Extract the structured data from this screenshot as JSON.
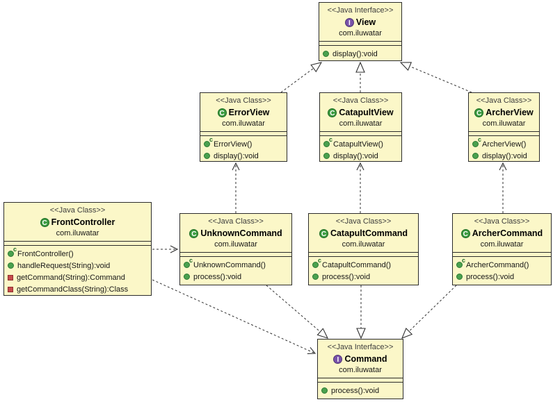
{
  "diagram": {
    "type": "uml-class-diagram",
    "icons": {
      "class_letter": "C",
      "interface_letter": "I",
      "constructor_marker": "c"
    },
    "colors": {
      "box_fill": "#FBF7C8",
      "box_border": "#2b2b2b",
      "class_icon_green": "#3C9B40",
      "interface_icon_purple": "#7852A9",
      "public_method_green": "#4AA14F",
      "private_method_red": "#C74B4B"
    },
    "classes": [
      {
        "id": "view",
        "kind": "interface",
        "stereotype": "<<Java Interface>>",
        "name": "View",
        "package": "com.iluwatar",
        "methods": [
          {
            "visibility": "public",
            "label": "display():void"
          }
        ]
      },
      {
        "id": "errorview",
        "kind": "class",
        "stereotype": "<<Java Class>>",
        "name": "ErrorView",
        "package": "com.iluwatar",
        "methods": [
          {
            "visibility": "constructor",
            "label": "ErrorView()"
          },
          {
            "visibility": "public",
            "label": "display():void"
          }
        ]
      },
      {
        "id": "catapultview",
        "kind": "class",
        "stereotype": "<<Java Class>>",
        "name": "CatapultView",
        "package": "com.iluwatar",
        "methods": [
          {
            "visibility": "constructor",
            "label": "CatapultView()"
          },
          {
            "visibility": "public",
            "label": "display():void"
          }
        ]
      },
      {
        "id": "archerview",
        "kind": "class",
        "stereotype": "<<Java Class>>",
        "name": "ArcherView",
        "package": "com.iluwatar",
        "methods": [
          {
            "visibility": "constructor",
            "label": "ArcherView()"
          },
          {
            "visibility": "public",
            "label": "display():void"
          }
        ]
      },
      {
        "id": "frontcontroller",
        "kind": "class",
        "stereotype": "<<Java Class>>",
        "name": "FrontController",
        "package": "com.iluwatar",
        "methods": [
          {
            "visibility": "constructor",
            "label": "FrontController()"
          },
          {
            "visibility": "public",
            "label": "handleRequest(String):void"
          },
          {
            "visibility": "private",
            "label": "getCommand(String):Command"
          },
          {
            "visibility": "private",
            "label": "getCommandClass(String):Class"
          }
        ]
      },
      {
        "id": "unknowncommand",
        "kind": "class",
        "stereotype": "<<Java Class>>",
        "name": "UnknownCommand",
        "package": "com.iluwatar",
        "methods": [
          {
            "visibility": "constructor",
            "label": "UnknownCommand()"
          },
          {
            "visibility": "public",
            "label": "process():void"
          }
        ]
      },
      {
        "id": "catapultcommand",
        "kind": "class",
        "stereotype": "<<Java Class>>",
        "name": "CatapultCommand",
        "package": "com.iluwatar",
        "methods": [
          {
            "visibility": "constructor",
            "label": "CatapultCommand()"
          },
          {
            "visibility": "public",
            "label": "process():void"
          }
        ]
      },
      {
        "id": "archercommand",
        "kind": "class",
        "stereotype": "<<Java Class>>",
        "name": "ArcherCommand",
        "package": "com.iluwatar",
        "methods": [
          {
            "visibility": "constructor",
            "label": "ArcherCommand()"
          },
          {
            "visibility": "public",
            "label": "process():void"
          }
        ]
      },
      {
        "id": "command",
        "kind": "interface",
        "stereotype": "<<Java Interface>>",
        "name": "Command",
        "package": "com.iluwatar",
        "methods": [
          {
            "visibility": "public",
            "label": "process():void"
          }
        ]
      }
    ],
    "relationships": [
      {
        "from": "errorview",
        "to": "view",
        "type": "realization"
      },
      {
        "from": "catapultview",
        "to": "view",
        "type": "realization"
      },
      {
        "from": "archerview",
        "to": "view",
        "type": "realization"
      },
      {
        "from": "unknowncommand",
        "to": "errorview",
        "type": "dependency"
      },
      {
        "from": "catapultcommand",
        "to": "catapultview",
        "type": "dependency"
      },
      {
        "from": "archercommand",
        "to": "archerview",
        "type": "dependency"
      },
      {
        "from": "frontcontroller",
        "to": "unknowncommand",
        "type": "dependency"
      },
      {
        "from": "frontcontroller",
        "to": "command",
        "type": "dependency"
      },
      {
        "from": "unknowncommand",
        "to": "command",
        "type": "realization"
      },
      {
        "from": "catapultcommand",
        "to": "command",
        "type": "realization"
      },
      {
        "from": "archercommand",
        "to": "command",
        "type": "realization"
      }
    ]
  }
}
